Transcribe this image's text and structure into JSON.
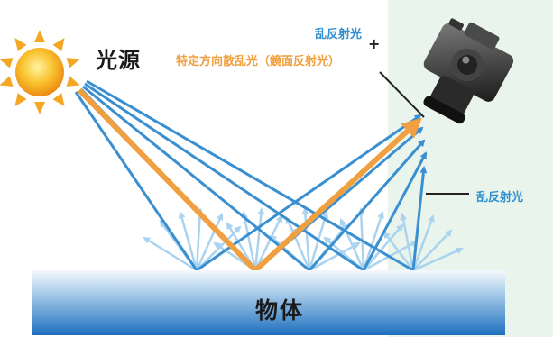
{
  "labels": {
    "light_source": "光源",
    "object": "物体",
    "camera_top": "乱反射光",
    "plus": "+",
    "camera_sub": "特定方向散乱光（鏡面反射光）",
    "side": "乱反射光"
  },
  "colors": {
    "diffuse_ray": "#3a8fd0",
    "specular_ray": "#f0a040",
    "scatter_arrow": "#a9d3ef",
    "object_top": "#f4f8fc",
    "object_bottom": "#1e6fbf",
    "green_panel": "#e9f5ec"
  },
  "icons": [
    "sun-icon",
    "camera-icon"
  ]
}
